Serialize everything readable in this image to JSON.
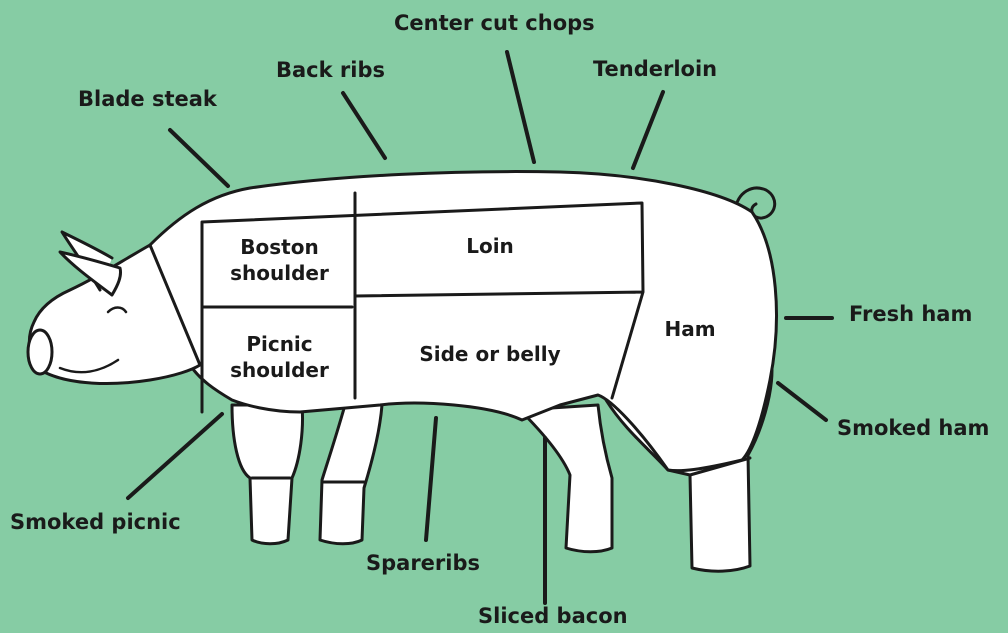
{
  "background_color": "#86cca4",
  "outline_color": "#1a1a1a",
  "body_fill": "#ffffff",
  "callouts": {
    "blade_steak": "Blade steak",
    "back_ribs": "Back ribs",
    "center_cut_chops": "Center cut chops",
    "tenderloin": "Tenderloin",
    "fresh_ham": "Fresh ham",
    "smoked_ham": "Smoked ham",
    "smoked_picnic": "Smoked picnic",
    "spareribs": "Spareribs",
    "sliced_bacon": "Sliced bacon"
  },
  "regions": {
    "boston_shoulder": [
      "Boston",
      "shoulder"
    ],
    "loin": "Loin",
    "picnic_shoulder": [
      "Picnic",
      "shoulder"
    ],
    "side_or_belly": "Side or belly",
    "ham": "Ham"
  }
}
